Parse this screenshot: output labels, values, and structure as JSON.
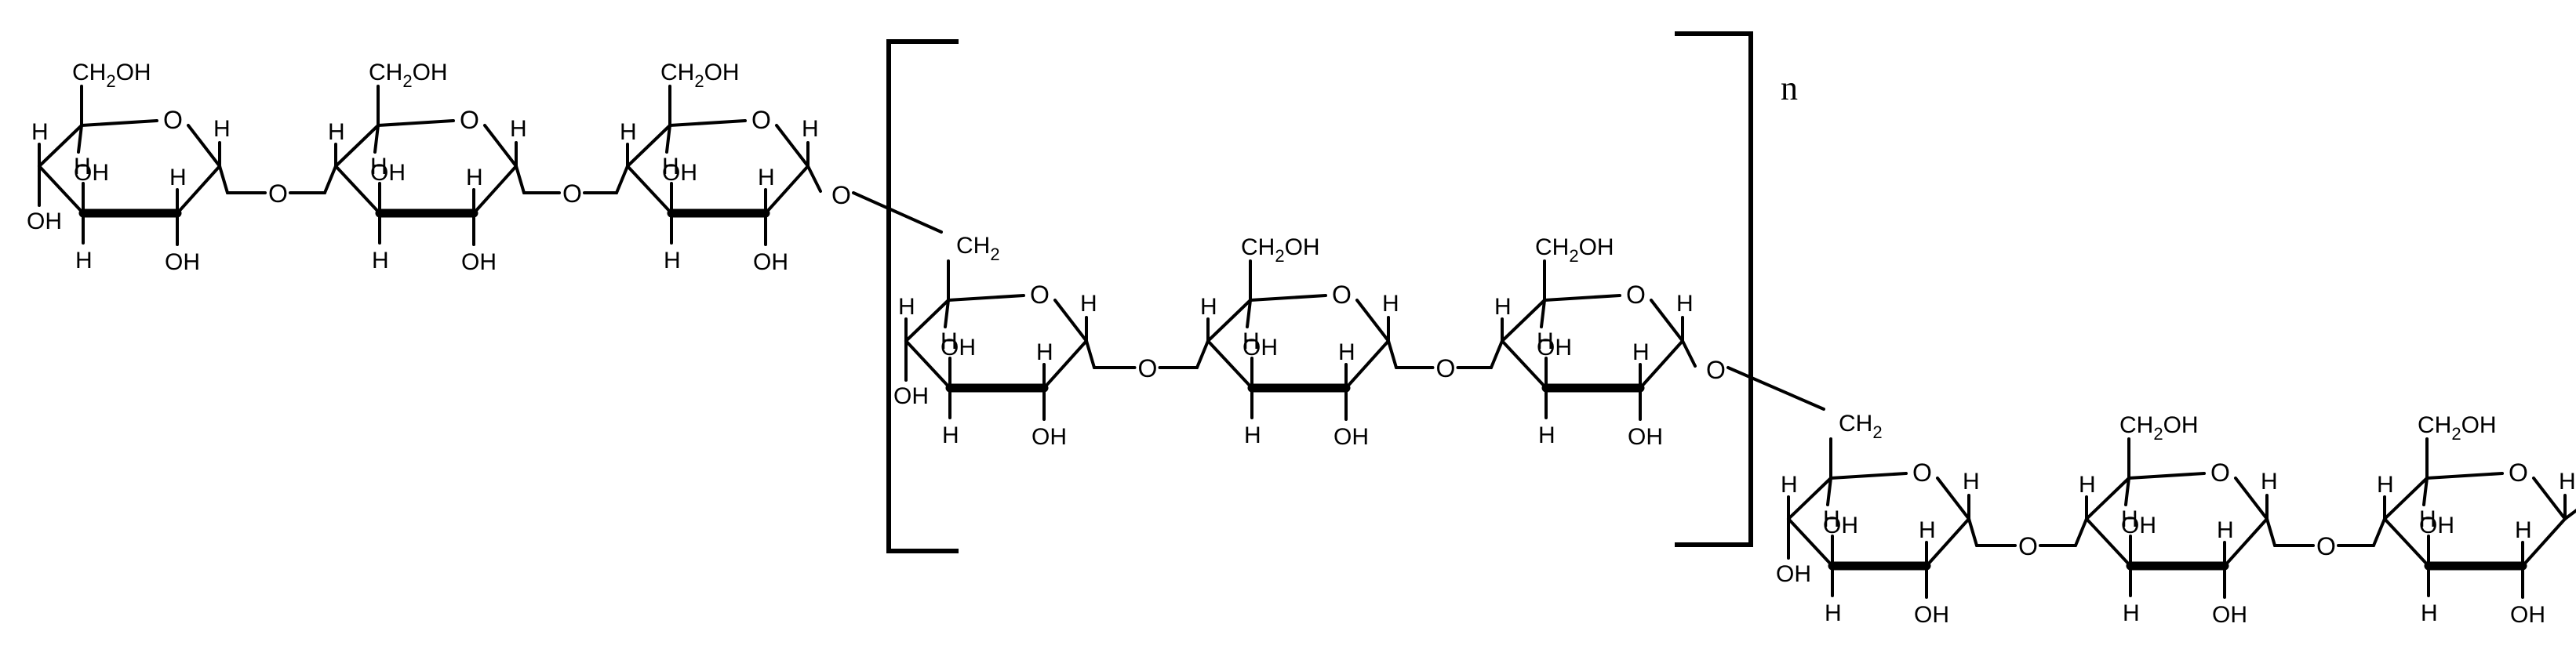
{
  "diagram": {
    "repeat_label": "n",
    "atoms": {
      "ring_oxygen": "O",
      "bridge_oxygen": "O",
      "hydrogen": "H",
      "hydroxyl": "OH",
      "ch2oh_prefix": "CH",
      "ch2_sub": "2",
      "ch2oh_suffix": "OH",
      "ch2_branch_prefix": "CH",
      "ch2_branch_sub": "2"
    },
    "segments": [
      {
        "name": "top-chain",
        "units": 3,
        "row": "top"
      },
      {
        "name": "repeat-chain",
        "units": 3,
        "row": "middle"
      },
      {
        "name": "end-chain",
        "units": 3,
        "row": "bottom"
      }
    ]
  }
}
